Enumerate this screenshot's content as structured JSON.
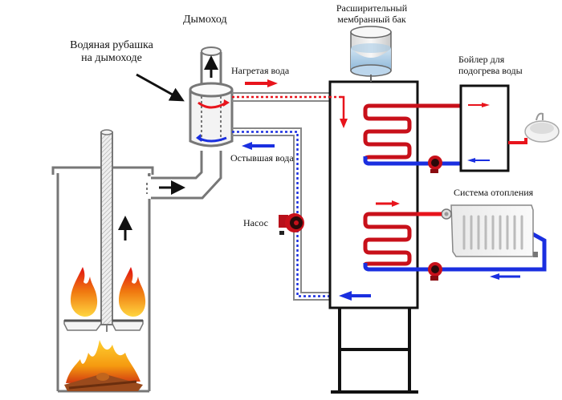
{
  "diagram": {
    "labels": {
      "chimney": "Дымоход",
      "water_jacket_line1": "Водяная рубашка",
      "water_jacket_line2": "на дымоходе",
      "expansion_tank_line1": "Расширительный",
      "expansion_tank_line2": "мембранный бак",
      "boiler_line1": "Бойлер для",
      "boiler_line2": "подогрева воды",
      "heated_water": "Нагретая вода",
      "cooled_water": "Остывшая вода",
      "pump": "Насос",
      "heating_system": "Система отопления"
    },
    "colors": {
      "hot": "#e8141c",
      "cold": "#1a2fe0",
      "pipe_gray": "#888888",
      "frame": "#111111",
      "pump_red": "#c8101a"
    }
  }
}
